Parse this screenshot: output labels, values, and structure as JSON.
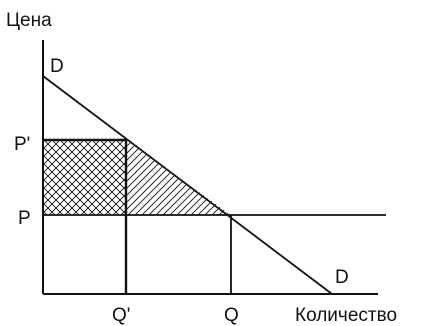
{
  "axes": {
    "y_title": "Цена",
    "x_title": "Количество"
  },
  "demand_curve": {
    "label_top": "D",
    "label_bottom": "D"
  },
  "price_labels": {
    "p_prime": "P'",
    "p": "P"
  },
  "quantity_labels": {
    "q_prime": "Q'",
    "q": "Q"
  }
}
